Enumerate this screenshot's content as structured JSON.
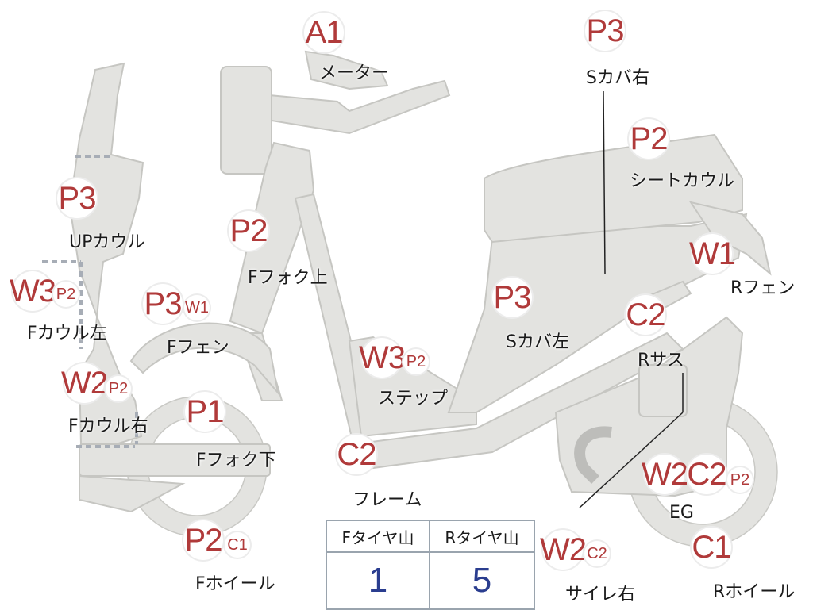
{
  "parts": [
    {
      "id": "meter",
      "codes": [
        "A1"
      ],
      "label": "メーター"
    },
    {
      "id": "s-cover-right",
      "codes": [
        "P3"
      ],
      "label": "Sカバ右"
    },
    {
      "id": "seat-cowl",
      "codes": [
        "P2"
      ],
      "label": "シートカウル"
    },
    {
      "id": "up-cowl",
      "codes": [
        "P3"
      ],
      "label": "UPカウル"
    },
    {
      "id": "f-fork-upper",
      "codes": [
        "P2"
      ],
      "label": "Fフォク上"
    },
    {
      "id": "r-fender",
      "codes": [
        "W1"
      ],
      "label": "Rフェン"
    },
    {
      "id": "f-cowl-left",
      "codes": [
        "W3",
        "P2"
      ],
      "label": "Fカウル左"
    },
    {
      "id": "f-fender",
      "codes": [
        "P3",
        "W1"
      ],
      "label": "Fフェン"
    },
    {
      "id": "s-cover-left",
      "codes": [
        "P3"
      ],
      "label": "Sカバ左"
    },
    {
      "id": "r-suspension",
      "codes": [
        "C2"
      ],
      "label": "Rサス"
    },
    {
      "id": "step",
      "codes": [
        "W3",
        "P2"
      ],
      "label": "ステップ"
    },
    {
      "id": "f-cowl-right",
      "codes": [
        "W2",
        "P2"
      ],
      "label": "Fカウル右"
    },
    {
      "id": "f-fork-lower",
      "codes": [
        "P1"
      ],
      "label": "Fフォク下"
    },
    {
      "id": "frame",
      "codes": [
        "C2"
      ],
      "label": "フレーム"
    },
    {
      "id": "engine",
      "codes": [
        "W2",
        "C2",
        "P2"
      ],
      "label": "EG"
    },
    {
      "id": "f-wheel",
      "codes": [
        "P2",
        "C1"
      ],
      "label": "Fホイール"
    },
    {
      "id": "muffler-right",
      "codes": [
        "W2",
        "C2"
      ],
      "label": "サイレ右"
    },
    {
      "id": "r-wheel",
      "codes": [
        "C1"
      ],
      "label": "Rホイール"
    }
  ],
  "tire_table": {
    "headers": [
      "Fタイヤ山",
      "Rタイヤ山"
    ],
    "values": [
      "1",
      "5"
    ]
  },
  "colors": {
    "badge_text": "#b03a3a",
    "part_fill": "#e3e3e0",
    "part_stroke": "#c9c9c5",
    "tire_value": "#2a3d8f"
  }
}
